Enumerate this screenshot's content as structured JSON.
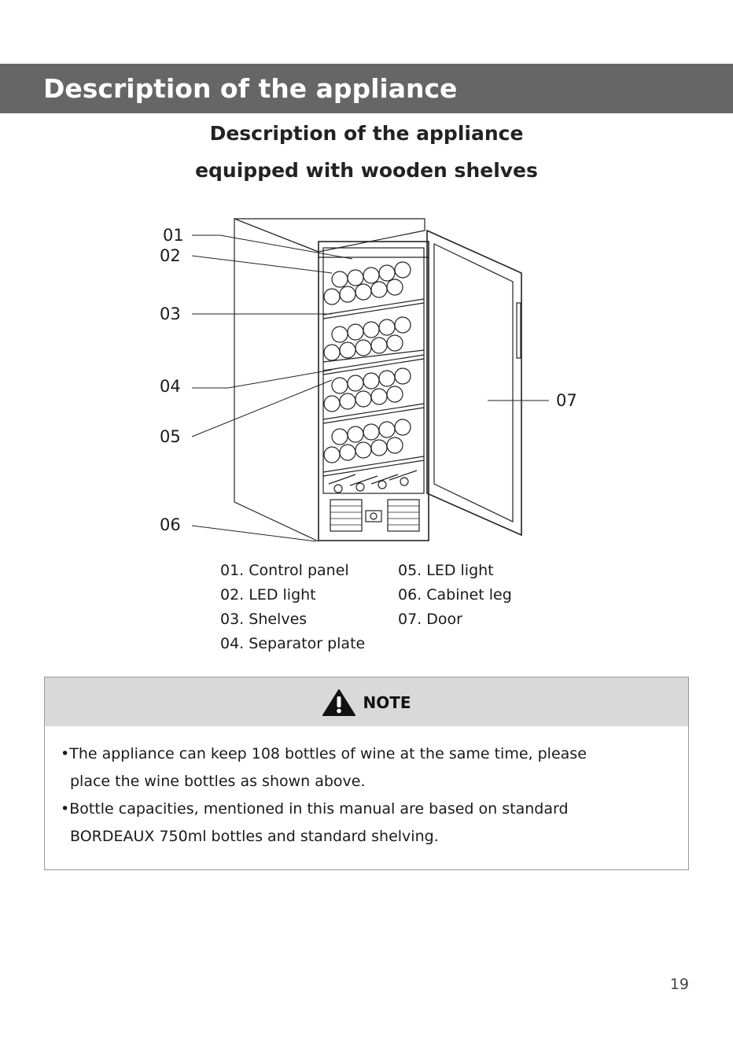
{
  "header": {
    "title": "Description of the appliance"
  },
  "subtitle": {
    "line1": "Description of the appliance",
    "line2": "equipped with wooden shelves"
  },
  "callouts": [
    "01",
    "02",
    "03",
    "04",
    "05",
    "06",
    "07"
  ],
  "legend": {
    "left": [
      "01. Control panel",
      "02. LED light",
      "03. Shelves",
      "04. Separator plate"
    ],
    "right": [
      "05. LED light",
      "06. Cabinet leg",
      "07. Door"
    ]
  },
  "note": {
    "icon": "warning-triangle-icon",
    "title": "NOTE",
    "lines": [
      "•The appliance can keep 108 bottles of wine at the same time, please",
      "place the wine bottles as shown above.",
      "•Bottle capacities, mentioned in this manual are based on standard",
      "BORDEAUX 750ml bottles and standard shelving."
    ]
  },
  "page_number": "19",
  "colors": {
    "header_bar": "#666666",
    "note_header": "#d9d9d9"
  }
}
